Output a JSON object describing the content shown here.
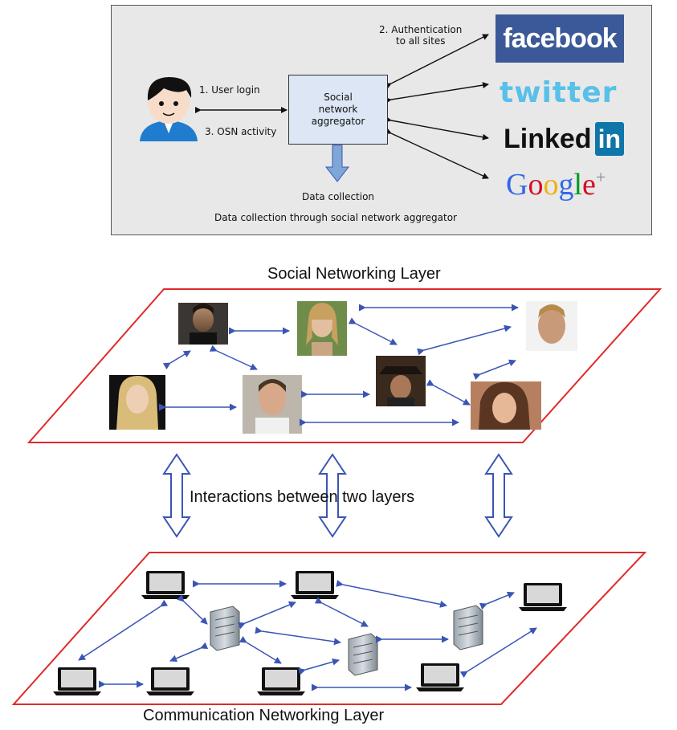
{
  "top_panel": {
    "step1": "1. User login",
    "step3": "3. OSN activity",
    "step2_line1": "2. Authentication",
    "step2_line2": "to all sites",
    "aggregator_line1": "Social",
    "aggregator_line2": "network",
    "aggregator_line3": "aggregator",
    "data_collection": "Data collection",
    "caption": "Data collection through social network aggregator",
    "logos": {
      "facebook": "facebook",
      "twitter": "twitter",
      "linkedin_word": "Linked",
      "linkedin_in": "in",
      "google": [
        "G",
        "o",
        "o",
        "g",
        "l",
        "e",
        "+"
      ],
      "google_colors": [
        "#3369e8",
        "#d50f25",
        "#eeb211",
        "#3369e8",
        "#009925",
        "#d50f25",
        "#888888"
      ]
    }
  },
  "social_layer": {
    "title": "Social Networking Layer"
  },
  "interactions_text": "Interactions between two layers",
  "communication_layer": {
    "title": "Communication Networking Layer"
  },
  "colors": {
    "arrow_blue": "#3a55b4",
    "layer_border": "#e02a2a",
    "user_blue": "#1f7ccf"
  }
}
